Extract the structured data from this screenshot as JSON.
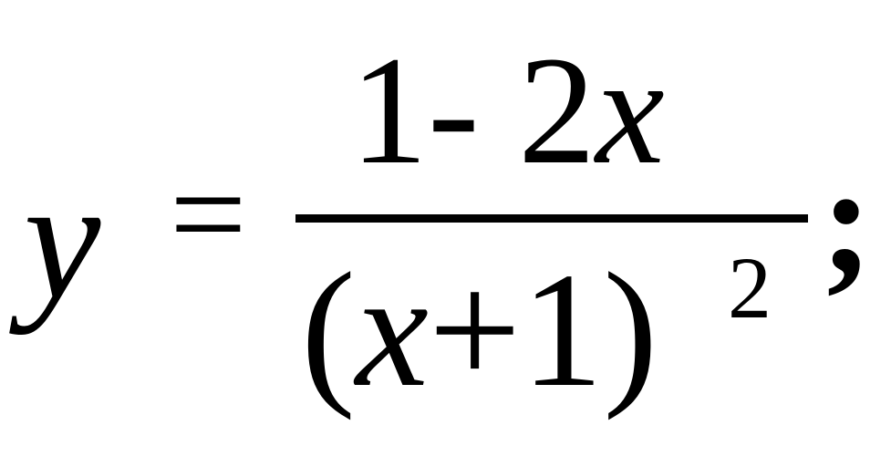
{
  "formula": {
    "lhs": "y",
    "equals": "=",
    "numerator": [
      "1",
      "- ",
      "2",
      "x"
    ],
    "denominator": [
      "(",
      "x",
      "+",
      "1",
      ")"
    ],
    "exponent": "2",
    "terminator": ";"
  }
}
